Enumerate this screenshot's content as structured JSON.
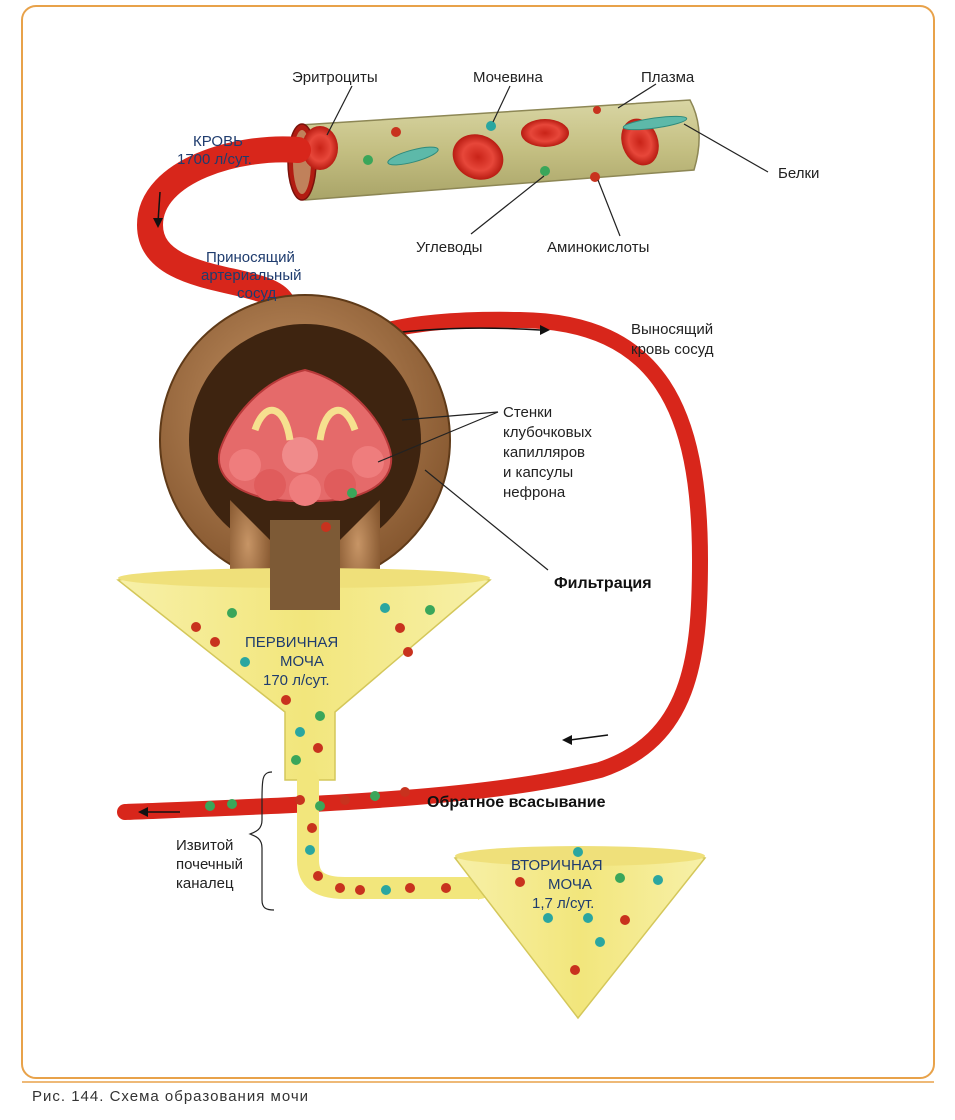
{
  "labels": {
    "erythrocytes": "Эритроциты",
    "urea": "Мочевина",
    "plasma": "Плазма",
    "proteins": "Белки",
    "blood_line1": "КРОВЬ",
    "blood_line2": "1700 л/сут.",
    "carbohydrates": "Углеводы",
    "amino_acids": "Аминокислоты",
    "afferent_line1": "Приносящий",
    "afferent_line2": "артериальный",
    "afferent_line3": "сосуд",
    "efferent_line1": "Выносящий",
    "efferent_line2": "кровь сосуд",
    "walls_line1": "Стенки",
    "walls_line2": "клубочковых",
    "walls_line3": "капилляров",
    "walls_line4": "и капсулы",
    "walls_line5": "нефрона",
    "filtration": "Фильтрация",
    "primary_line1": "ПЕРВИЧНАЯ",
    "primary_line2": "МОЧА",
    "primary_line3": "170 л/сут.",
    "reabsorption": "Обратное всасывание",
    "tubule_line1": "Извитой",
    "tubule_line2": "почечный",
    "tubule_line3": "каналец",
    "secondary_line1": "ВТОРИЧНАЯ",
    "secondary_line2": "МОЧА",
    "secondary_line3": "1,7 л/сут."
  },
  "caption": "Рис. 144. Схема образования мочи",
  "colors": {
    "frame": "#e8a24a",
    "vessel": "#d8261b",
    "vessel_dark": "#9e1510",
    "plasma": "#c9c48c",
    "funnel": "#f4eb8e",
    "capsule": "#9c6a3d",
    "glomerulus": "#e56a6a",
    "dot_red": "#c8321e",
    "dot_green": "#3aa65a",
    "dot_teal": "#2aa6a0"
  }
}
